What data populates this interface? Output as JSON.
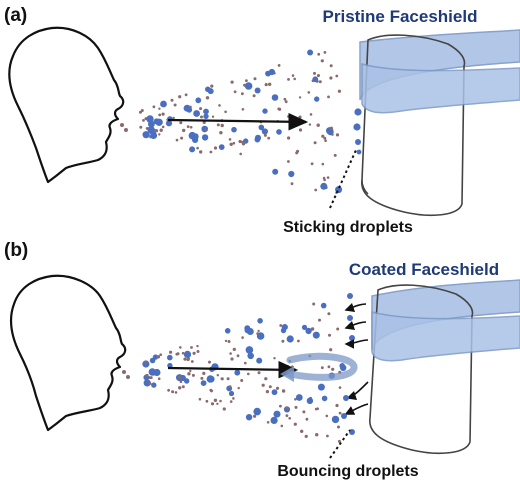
{
  "panels": [
    {
      "label": "(a)",
      "shield_title": "Pristine Faceshield",
      "annotation": "Sticking droplets"
    },
    {
      "label": "(b)",
      "shield_title": "Coated Faceshield",
      "annotation": "Bouncing droplets"
    }
  ],
  "colors": {
    "droplet": "#4a6fc1",
    "droplet_small": "#8a6a6a",
    "shield_band": "#aac2e6",
    "shield_band_edge": "#7c98c6",
    "title_text": "#1f3a78",
    "outline": "#111111"
  },
  "icons": {
    "head": "head-profile-icon",
    "arrow": "arrow-icon",
    "faceshield": "faceshield-icon",
    "bounce": "bounce-arrow-icon"
  }
}
